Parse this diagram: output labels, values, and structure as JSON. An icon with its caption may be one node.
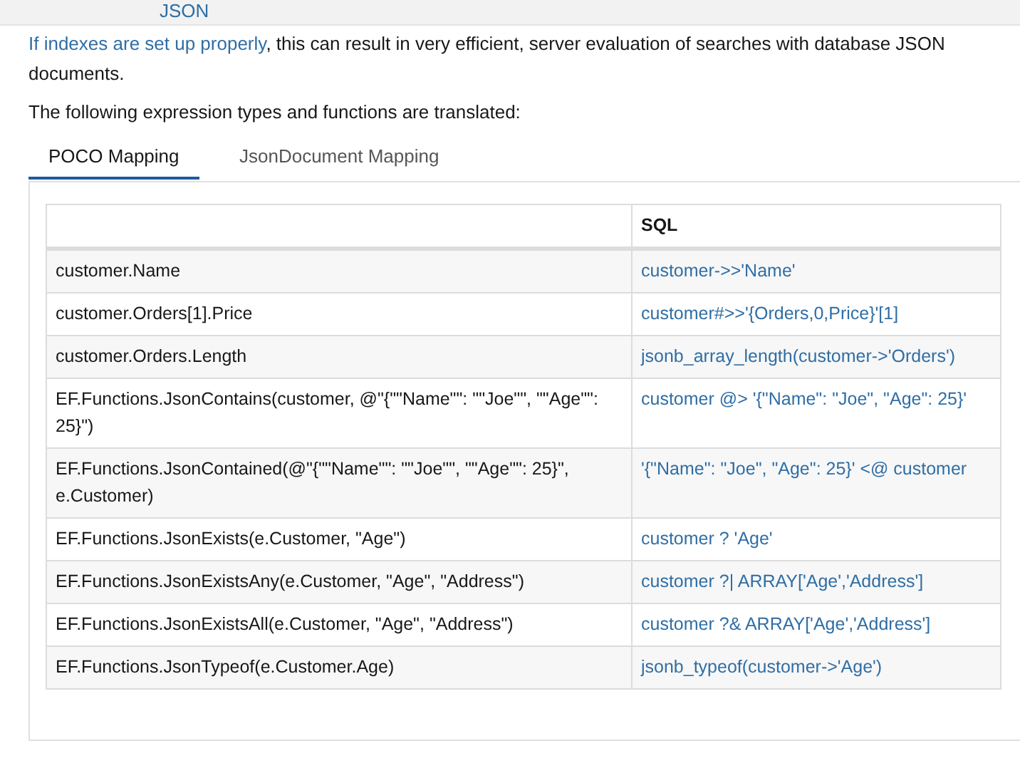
{
  "diagram": {
    "labels": [
      "JSON",
      "If indexes are set up properly",
      ", this can result in very efficient, server evaluation of searches with database JSON documents.",
      "The following expression types and functions are translated:",
      "POCO Mapping",
      "JsonDocument Mapping",
      "SQL",
      "customer.Name",
      "customer->>'Name'",
      "customer.Orders[1].Price",
      "customer#>>'{Orders,0,Price}'[1]",
      "customer.Orders.Length",
      "jsonb_array_length(customer->'Orders')",
      "EF.Functions.JsonContains(customer, @\"{\"\"Name\"\": \"\"Joe\"\", \"\"Age\"\": 25}\")",
      "customer @> '{\"Name\": \"Joe\", \"Age\": 25}'",
      "EF.Functions.JsonContained(@\"{\"\"Name\"\": \"\"Joe\"\", \"\"Age\"\": 25}\", e.Customer)",
      "'{\"Name\": \"Joe\", \"Age\": 25}' <@ customer",
      "EF.Functions.JsonExists(e.Customer, \"Age\")",
      "customer ? 'Age'",
      "EF.Functions.JsonExistsAny(e.Customer, \"Age\", \"Address\")",
      "customer ?| ARRAY['Age','Address']",
      "EF.Functions.JsonExistsAll(e.Customer, \"Age\", \"Address\")",
      "customer ?& ARRAY['Age','Address']",
      "EF.Functions.JsonTypeof(e.Customer.Age)",
      "jsonb_typeof(customer->'Age')"
    ]
  }
}
